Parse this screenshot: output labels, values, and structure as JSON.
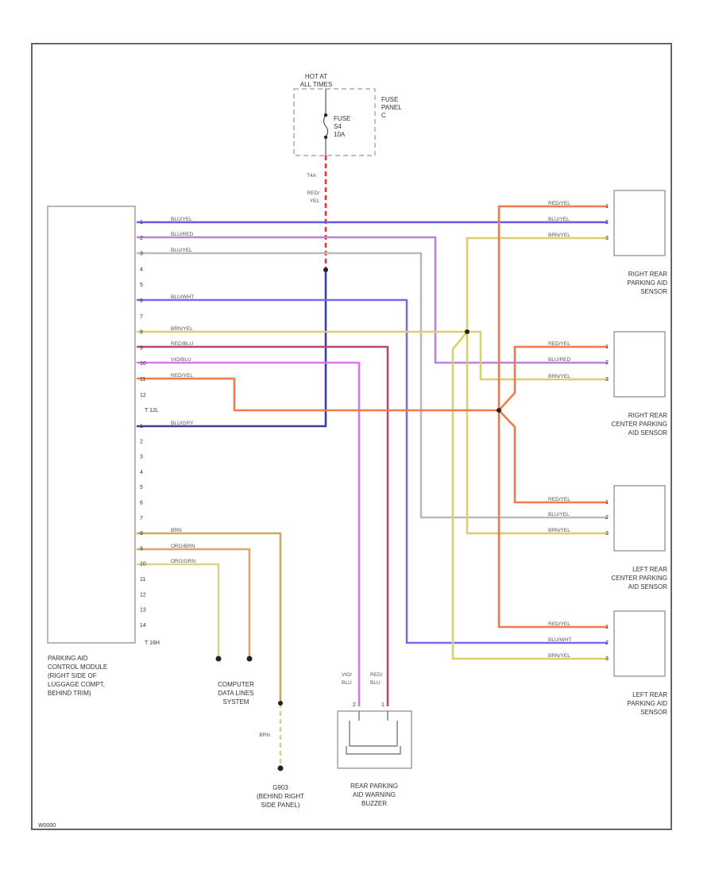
{
  "colors": {
    "blu_yel": "#6b57e8",
    "blu_red": "#b884d6",
    "blu_wht": "#7a6af0",
    "blu_gry": "#3a4099",
    "brn_yel": "#d9cf6c",
    "red_yel": "#f07a4a",
    "red_blu": "#b44a78",
    "vio_blu": "#d977e6",
    "brn": "#c7ad60",
    "org_brn": "#d6a86b",
    "org_grn": "#d9d290",
    "brn_wht": "#d8d08a",
    "red_yel_fuse": "#ee3333",
    "blu_yel_light": "#b9b9c4"
  },
  "fuse": {
    "hot_label": "HOT AT",
    "hot_label_2": "ALL TIMES",
    "fuse_label": "FUSE",
    "fuse_number": "S4",
    "fuse_rating": "10A",
    "panel_label": "FUSE",
    "panel_label_2": "PANEL",
    "panel_label_3": "C",
    "wire_pin": "T4A",
    "wire_color_1": "RED/",
    "wire_color_2": "YEL"
  },
  "module": {
    "name_lines": [
      "PARKING AID",
      "CONTROL MODULE",
      "(RIGHT SIDE OF",
      "LUGGAGE COMPT,",
      "BEHIND TRIM)"
    ],
    "connector_a": "T 12L",
    "connector_b": "T 16H",
    "pins_a": [
      "1",
      "2",
      "3",
      "4",
      "5",
      "6",
      "7",
      "8",
      "9",
      "10",
      "11",
      "12"
    ],
    "pins_b": [
      "1",
      "2",
      "3",
      "4",
      "5",
      "6",
      "7",
      "8",
      "9",
      "10",
      "11",
      "12",
      "13",
      "14"
    ],
    "wire_labels": {
      "a1": "BLU/YEL",
      "a2": "BLU/RED",
      "a3": "BLU/YEL",
      "a5": "BLU/WHT",
      "a6": "BRN/YEL",
      "a7": "RED/BLU",
      "a8": "VIO/BLU",
      "a9": "RED/YEL",
      "b1": "BLU/GRY",
      "b8": "BRN",
      "b9": "ORG/BRN",
      "b10": "ORG/GRN"
    }
  },
  "sensors": [
    {
      "name": [
        "RIGHT REAR",
        "PARKING AID",
        "SENSOR"
      ],
      "wires": [
        "RED/YEL",
        "BLU/YEL",
        "BRN/YEL"
      ],
      "pins": [
        "1",
        "2",
        "3"
      ]
    },
    {
      "name": [
        "RIGHT REAR",
        "CENTER PARKING",
        "AID SENSOR"
      ],
      "wires": [
        "RED/YEL",
        "BLU/RED",
        "BRN/YEL"
      ],
      "pins": [
        "1",
        "2",
        "3"
      ]
    },
    {
      "name": [
        "LEFT REAR",
        "CENTER PARKING",
        "AID SENSOR"
      ],
      "wires": [
        "RED/YEL",
        "BLU/YEL",
        "BRN/YEL"
      ],
      "pins": [
        "1",
        "2",
        "3"
      ]
    },
    {
      "name": [
        "LEFT REAR",
        "PARKING AID",
        "SENSOR"
      ],
      "wires": [
        "RED/YEL",
        "BLU/WHT",
        "BRN/YEL"
      ],
      "pins": [
        "1",
        "2",
        "3"
      ]
    }
  ],
  "computer": {
    "name": [
      "COMPUTER",
      "DATA LINES",
      "SYSTEM"
    ]
  },
  "ground": {
    "wire": "BRN",
    "name": [
      "G903",
      "(BEHIND RIGHT",
      "SIDE PANEL)"
    ]
  },
  "buzzer": {
    "wire_left": [
      "VIO/",
      "BLU"
    ],
    "wire_right": [
      "RED/",
      "BLU"
    ],
    "pin_left": "2",
    "pin_right": "1",
    "name": [
      "REAR PARKING",
      "AID WARNING",
      "BUZZER"
    ]
  },
  "footer_code": "W0000"
}
